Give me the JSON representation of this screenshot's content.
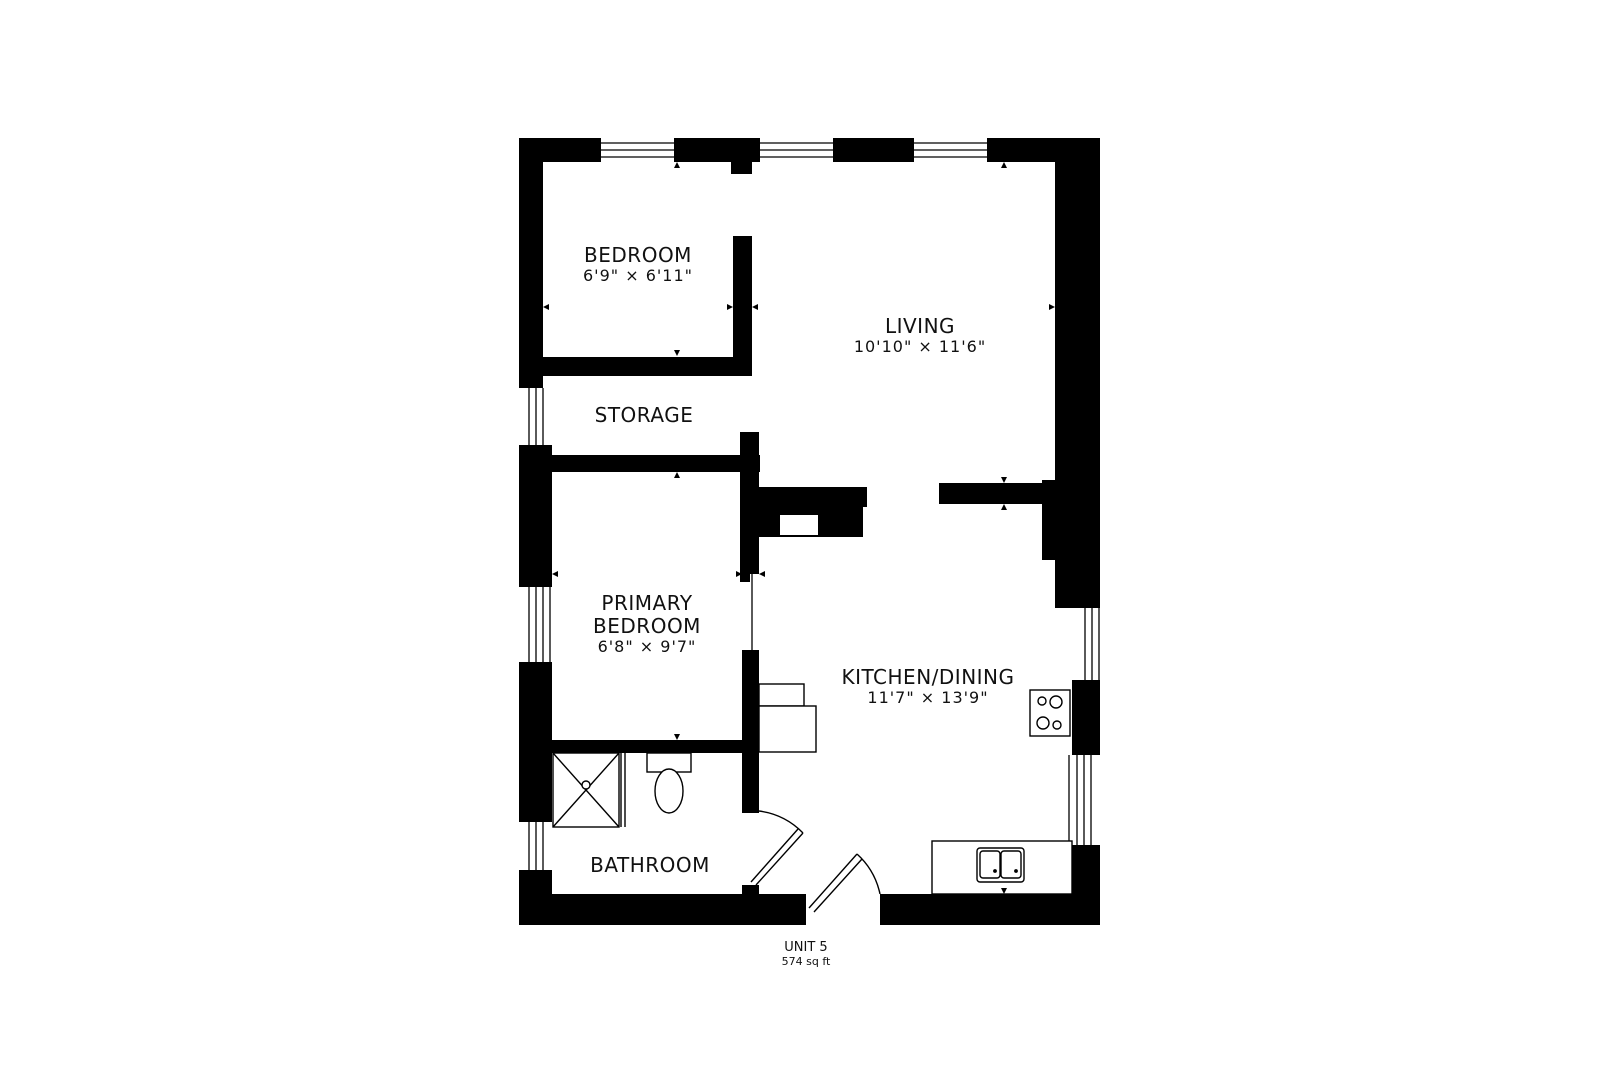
{
  "floorplan": {
    "unit": "UNIT 5",
    "area": "574 sq ft",
    "wall_color": "#000000",
    "background": "#ffffff",
    "rooms": [
      {
        "name": "BEDROOM",
        "dimensions": "6'9\" × 6'11\""
      },
      {
        "name": "LIVING",
        "dimensions": "10'10\" × 11'6\""
      },
      {
        "name": "STORAGE",
        "dimensions": ""
      },
      {
        "name": "PRIMARY BEDROOM",
        "line1": "PRIMARY",
        "line2": "BEDROOM",
        "dimensions": "6'8\" × 9'7\""
      },
      {
        "name": "KITCHEN/DINING",
        "dimensions": "11'7\" × 13'9\""
      },
      {
        "name": "BATHROOM",
        "dimensions": ""
      }
    ],
    "fixtures": [
      "stove-cooktop",
      "double-sink",
      "toilet",
      "shower",
      "entry-door",
      "bathroom-door",
      "closet"
    ]
  }
}
